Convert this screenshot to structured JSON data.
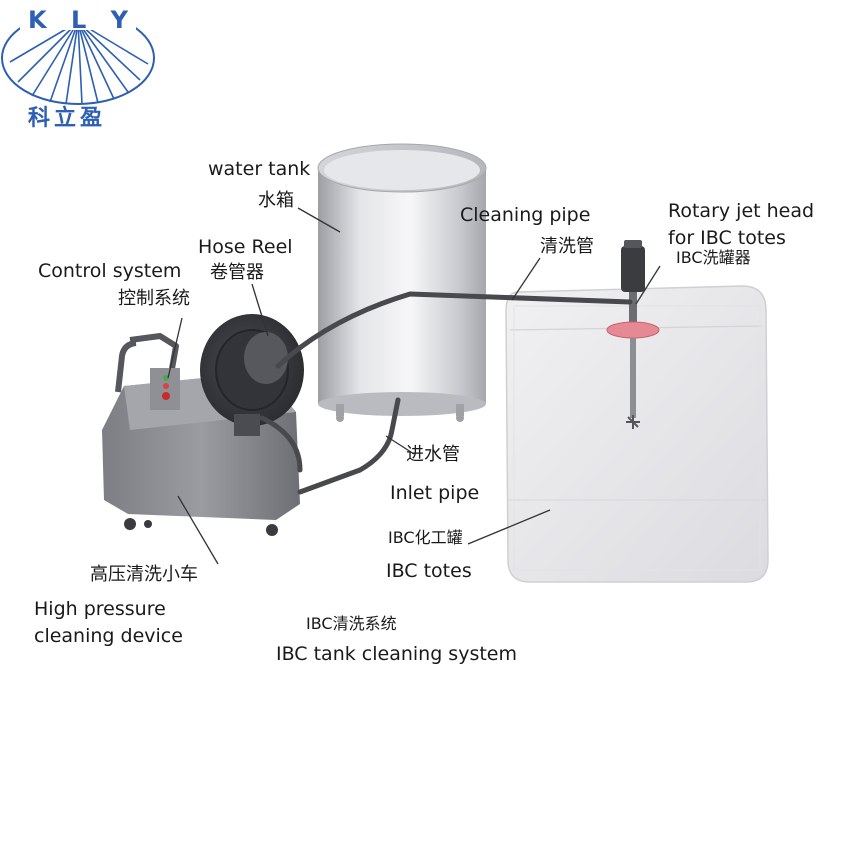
{
  "logo": {
    "letters": "K L Y",
    "name_zh": "科立盈"
  },
  "colors": {
    "brand": "#2d5fb4",
    "text": "#1a1a1a",
    "steel": "#c9cbd0",
    "dark_gray": "#5a5c62",
    "pipe": "#48494d",
    "tote": "#e9e9ec",
    "flange": "#e58a94"
  },
  "labels": {
    "water_tank_en": "water tank",
    "water_tank_zh": "水箱",
    "cleaning_pipe_en": "Cleaning pipe",
    "cleaning_pipe_zh": "清洗管",
    "rotary_head_en_1": "Rotary jet head",
    "rotary_head_en_2": "for IBC totes",
    "rotary_head_zh": "IBC洗罐器",
    "hose_reel_en": "Hose Reel",
    "hose_reel_zh": "卷管器",
    "control_en": "Control system",
    "control_zh": "控制系统",
    "inlet_zh": "进水管",
    "inlet_en": "Inlet pipe",
    "ibc_zh": "IBC化工罐",
    "ibc_en": "IBC totes",
    "device_zh": "高压清洗小车",
    "device_en_1": "High pressure",
    "device_en_2": "cleaning device",
    "system_zh": "IBC清洗系统",
    "system_en": "IBC tank cleaning system"
  }
}
